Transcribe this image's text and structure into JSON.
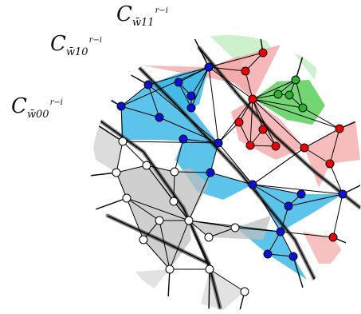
{
  "labels": {
    "top": {
      "main": "C",
      "sub": "w̄11",
      "sup": "r−i"
    },
    "middle": {
      "main": "C",
      "sub": "w̄10",
      "sup": "r−i"
    },
    "left": {
      "main": "C",
      "sub": "w̄00",
      "sup": "r−i"
    }
  },
  "colors": {
    "blue_region": "#3fb9e6",
    "blue_node": "#0a12d6",
    "red_region": "#f4a7a7",
    "red_node": "#ee0000",
    "green_region": "#5ccf5a",
    "green_node": "#27b52a",
    "gray_region": "#bfbfbf",
    "white_node": "#ffffff",
    "edge": "#000000"
  }
}
